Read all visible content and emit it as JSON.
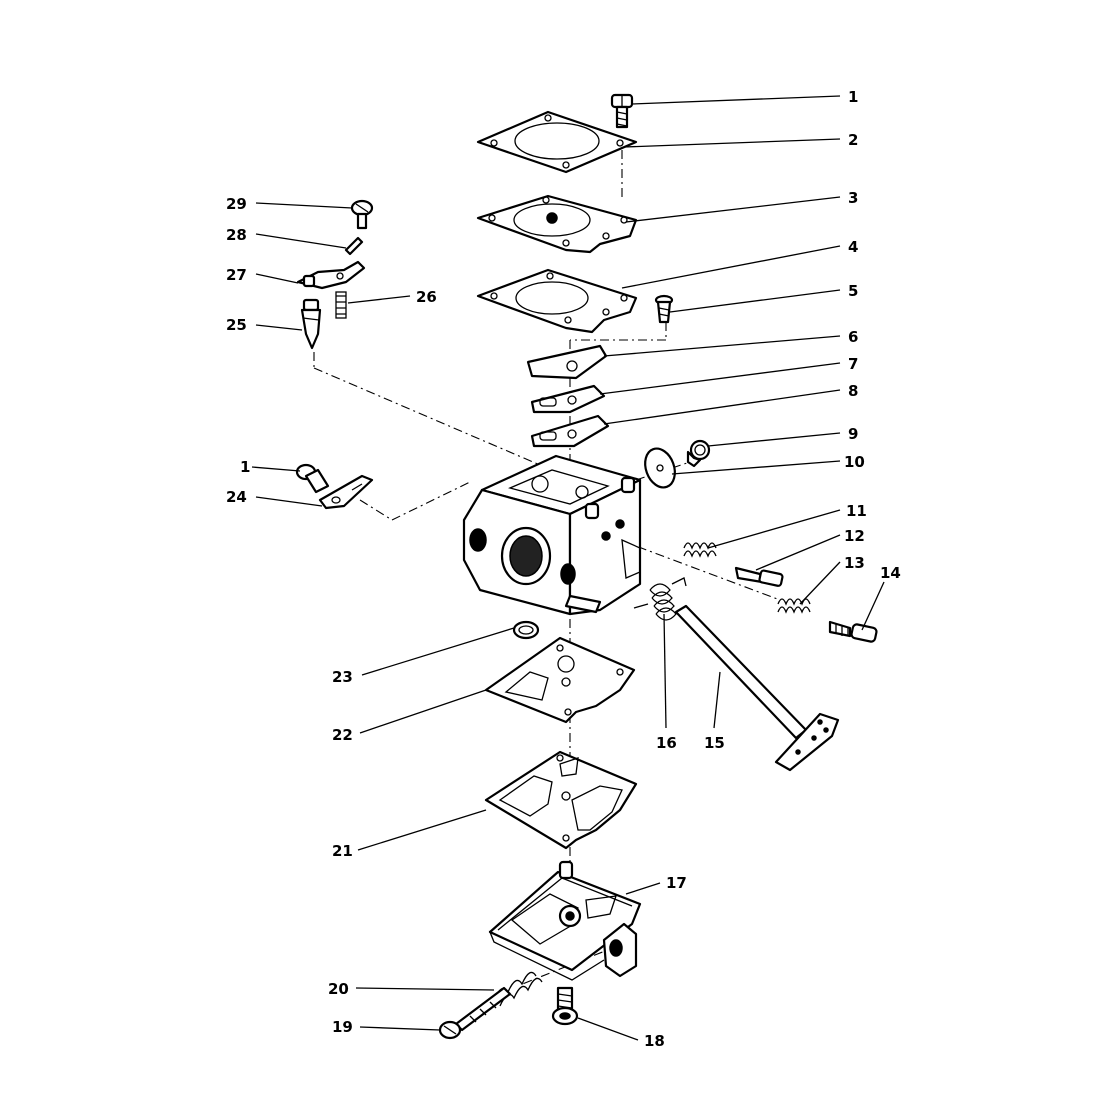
{
  "callouts": [
    {
      "label": "1"
    },
    {
      "label": "2"
    },
    {
      "label": "3"
    },
    {
      "label": "4"
    },
    {
      "label": "5"
    },
    {
      "label": "6"
    },
    {
      "label": "7"
    },
    {
      "label": "8"
    },
    {
      "label": "9"
    },
    {
      "label": "10"
    },
    {
      "label": "11"
    },
    {
      "label": "12"
    },
    {
      "label": "13"
    },
    {
      "label": "14"
    },
    {
      "label": "15"
    },
    {
      "label": "16"
    },
    {
      "label": "17"
    },
    {
      "label": "18"
    },
    {
      "label": "19"
    },
    {
      "label": "20"
    },
    {
      "label": "21"
    },
    {
      "label": "22"
    },
    {
      "label": "23"
    },
    {
      "label": "24"
    },
    {
      "label": "25"
    },
    {
      "label": "26"
    },
    {
      "label": "27"
    },
    {
      "label": "28"
    },
    {
      "label": "29"
    },
    {
      "label": "1"
    }
  ]
}
